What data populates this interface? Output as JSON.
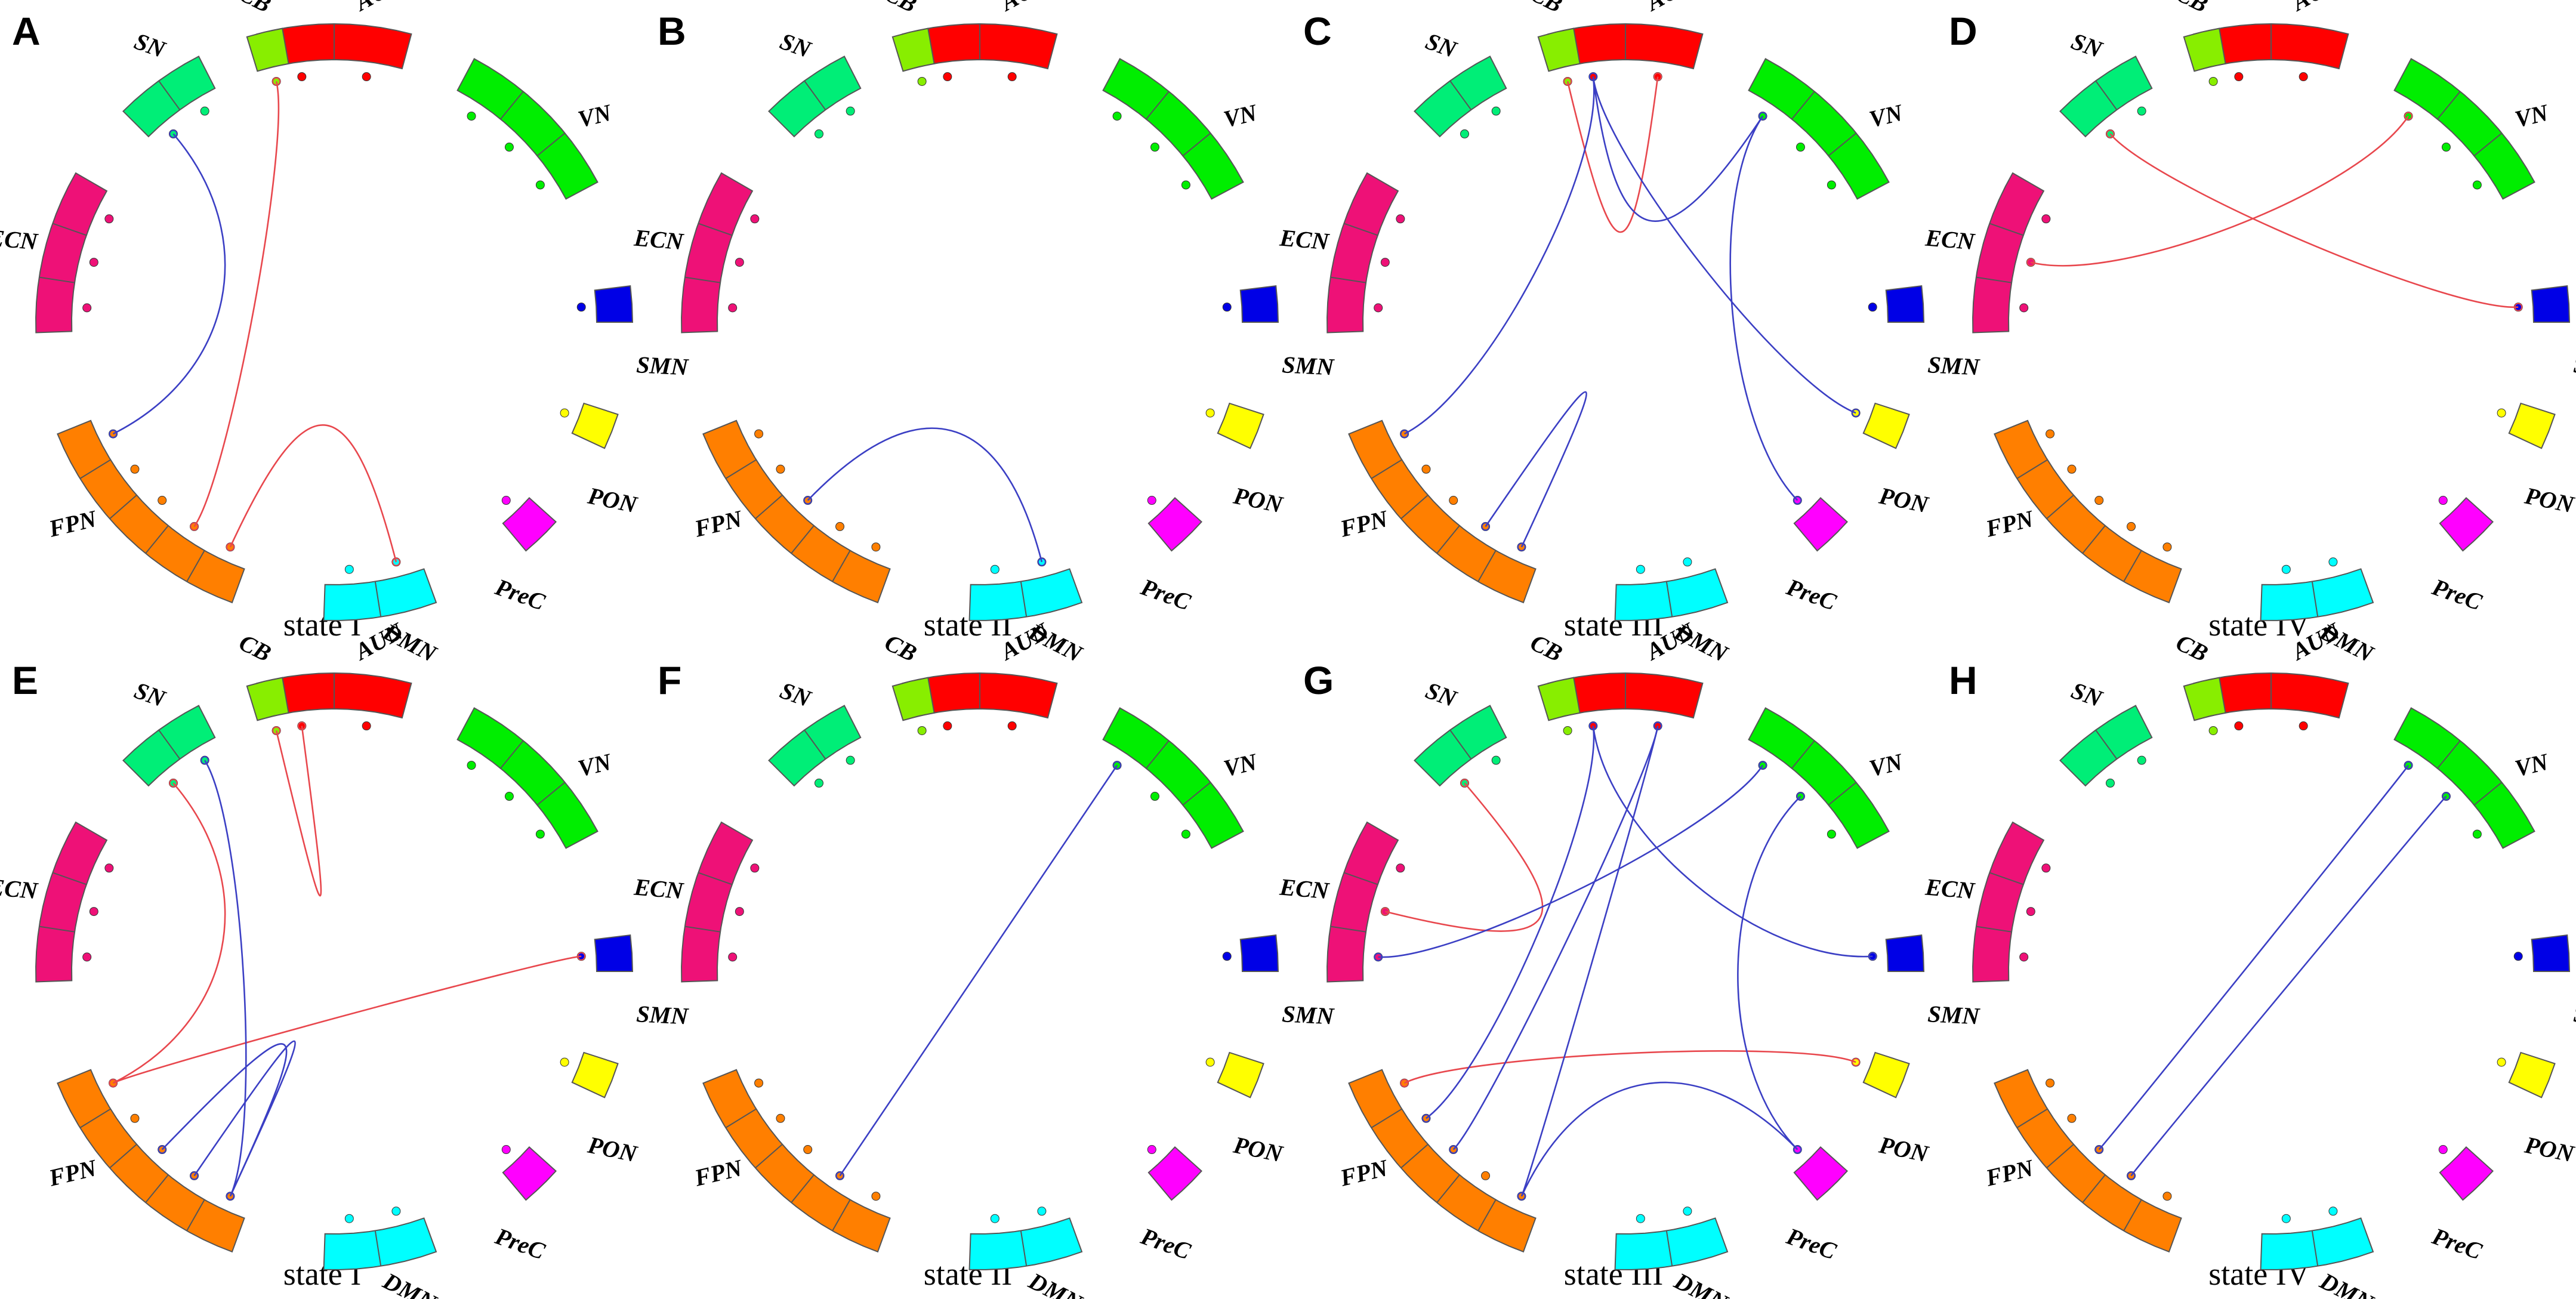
{
  "link_colors": {
    "red": "#e8474d",
    "blue": "#3b3fc4"
  },
  "networks": [
    {
      "key": "AUN",
      "label": "AUN",
      "color": "#ff0000",
      "nodes": 2
    },
    {
      "key": "VN",
      "label": "VN",
      "color": "#00ee00",
      "nodes": 3
    },
    {
      "key": "SMN",
      "label": "SMN",
      "color": "#0000e6",
      "nodes": 1
    },
    {
      "key": "PON",
      "label": "PON",
      "color": "#ffff00",
      "nodes": 1
    },
    {
      "key": "PreC",
      "label": "PreC",
      "color": "#ff00ff",
      "nodes": 1
    },
    {
      "key": "DMN",
      "label": "DMN",
      "color": "#00ffff",
      "nodes": 2
    },
    {
      "key": "FPN",
      "label": "FPN",
      "color": "#ff7f00",
      "nodes": 5
    },
    {
      "key": "ECN",
      "label": "ECN",
      "color": "#ee1177",
      "nodes": 3
    },
    {
      "key": "SN",
      "label": "SN",
      "color": "#00ee77",
      "nodes": 2
    },
    {
      "key": "CB",
      "label": "CB",
      "color": "#88ee00",
      "nodes": 1
    }
  ],
  "panels": [
    {
      "letter": "A",
      "state": "state I",
      "links": [
        {
          "a": [
            "CB",
            0
          ],
          "b": [
            "FPN",
            1
          ],
          "color": "red"
        },
        {
          "a": [
            "SN",
            0
          ],
          "b": [
            "FPN",
            4
          ],
          "color": "blue"
        },
        {
          "a": [
            "FPN",
            0
          ],
          "b": [
            "DMN",
            0
          ],
          "color": "red"
        }
      ]
    },
    {
      "letter": "B",
      "state": "state II",
      "links": [
        {
          "a": [
            "FPN",
            2
          ],
          "b": [
            "DMN",
            0
          ],
          "color": "blue"
        }
      ]
    },
    {
      "letter": "C",
      "state": "state III",
      "links": [
        {
          "a": [
            "CB",
            0
          ],
          "b": [
            "AUN",
            1
          ],
          "color": "red"
        },
        {
          "a": [
            "AUN",
            0
          ],
          "b": [
            "FPN",
            4
          ],
          "color": "blue"
        },
        {
          "a": [
            "AUN",
            0
          ],
          "b": [
            "VN",
            0
          ],
          "color": "blue"
        },
        {
          "a": [
            "AUN",
            0
          ],
          "b": [
            "PON",
            0
          ],
          "color": "blue"
        },
        {
          "a": [
            "VN",
            0
          ],
          "b": [
            "PreC",
            0
          ],
          "color": "blue"
        },
        {
          "a": [
            "FPN",
            1
          ],
          "b": [
            "FPN",
            0
          ],
          "color": "blue"
        }
      ]
    },
    {
      "letter": "D",
      "state": "state IV",
      "links": [
        {
          "a": [
            "SN",
            0
          ],
          "b": [
            "SMN",
            0
          ],
          "color": "red"
        },
        {
          "a": [
            "VN",
            0
          ],
          "b": [
            "ECN",
            1
          ],
          "color": "red"
        }
      ]
    },
    {
      "letter": "E",
      "state": "state I",
      "links": [
        {
          "a": [
            "CB",
            0
          ],
          "b": [
            "AUN",
            0
          ],
          "color": "red"
        },
        {
          "a": [
            "SN",
            0
          ],
          "b": [
            "FPN",
            4
          ],
          "color": "red"
        },
        {
          "a": [
            "SMN",
            0
          ],
          "b": [
            "FPN",
            4
          ],
          "color": "red"
        },
        {
          "a": [
            "SN",
            1
          ],
          "b": [
            "FPN",
            0
          ],
          "color": "blue"
        },
        {
          "a": [
            "FPN",
            1
          ],
          "b": [
            "FPN",
            0
          ],
          "color": "blue"
        },
        {
          "a": [
            "FPN",
            2
          ],
          "b": [
            "FPN",
            0
          ],
          "color": "blue"
        }
      ]
    },
    {
      "letter": "F",
      "state": "state II",
      "links": [
        {
          "a": [
            "VN",
            0
          ],
          "b": [
            "FPN",
            1
          ],
          "color": "blue"
        }
      ]
    },
    {
      "letter": "G",
      "state": "state III",
      "links": [
        {
          "a": [
            "SN",
            0
          ],
          "b": [
            "ECN",
            1
          ],
          "color": "red"
        },
        {
          "a": [
            "PON",
            0
          ],
          "b": [
            "FPN",
            4
          ],
          "color": "red"
        },
        {
          "a": [
            "VN",
            0
          ],
          "b": [
            "ECN",
            0
          ],
          "color": "blue"
        },
        {
          "a": [
            "AUN",
            0
          ],
          "b": [
            "FPN",
            3
          ],
          "color": "blue"
        },
        {
          "a": [
            "AUN",
            0
          ],
          "b": [
            "SMN",
            0
          ],
          "color": "blue"
        },
        {
          "a": [
            "AUN",
            1
          ],
          "b": [
            "FPN",
            2
          ],
          "color": "blue"
        },
        {
          "a": [
            "AUN",
            1
          ],
          "b": [
            "FPN",
            0
          ],
          "color": "blue"
        },
        {
          "a": [
            "VN",
            1
          ],
          "b": [
            "PreC",
            0
          ],
          "color": "blue"
        },
        {
          "a": [
            "FPN",
            0
          ],
          "b": [
            "PreC",
            0
          ],
          "color": "blue"
        }
      ]
    },
    {
      "letter": "H",
      "state": "state IV",
      "links": [
        {
          "a": [
            "VN",
            0
          ],
          "b": [
            "FPN",
            2
          ],
          "color": "blue"
        },
        {
          "a": [
            "VN",
            1
          ],
          "b": [
            "FPN",
            1
          ],
          "color": "blue"
        }
      ]
    }
  ]
}
